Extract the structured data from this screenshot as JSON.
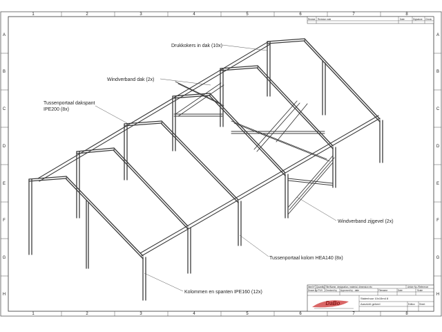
{
  "sheet": {
    "column_labels": [
      "1",
      "2",
      "3",
      "4",
      "5",
      "6",
      "7",
      "8"
    ],
    "row_labels": [
      "A",
      "B",
      "C",
      "D",
      "E",
      "F",
      "G",
      "H"
    ]
  },
  "revision_table": {
    "headers": [
      "Revisie",
      "Revision note",
      "Date",
      "Signature",
      "Check"
    ]
  },
  "callouts": [
    {
      "id": "drukkokers",
      "text": "Drukkokers in dak (10x)"
    },
    {
      "id": "windverband-dak",
      "text": "Windverband dak (2x)"
    },
    {
      "id": "tussenportaal-dakspant-1",
      "text": "Tussenportaal dakspant"
    },
    {
      "id": "tussenportaal-dakspant-2",
      "text": "IPE200 (8x)"
    },
    {
      "id": "windverband-zijgevel",
      "text": "Windverband zijgevel (2x)"
    },
    {
      "id": "tussenportaal-kolom",
      "text": "Tussenportaal kolom HEA140 (8x)"
    },
    {
      "id": "kolommen-spanten",
      "text": "Kolommen en spanten IPE160 (12x)"
    }
  ],
  "title_block": {
    "row1": [
      "ItemNº",
      "Quantity",
      "Title/Name, designation, material, dimension etc",
      "Article No./Reference"
    ],
    "row2": [
      "Drawn by PVH",
      "Checked by",
      "Approved by - date",
      "Filename",
      "Date",
      "Scale"
    ],
    "logo_text": "DaBo",
    "project": "Stalenhuur 10x15m4 8",
    "drawing_title": "Aanzicht geheel",
    "edition": "Edition",
    "sheet": "Sheet"
  }
}
